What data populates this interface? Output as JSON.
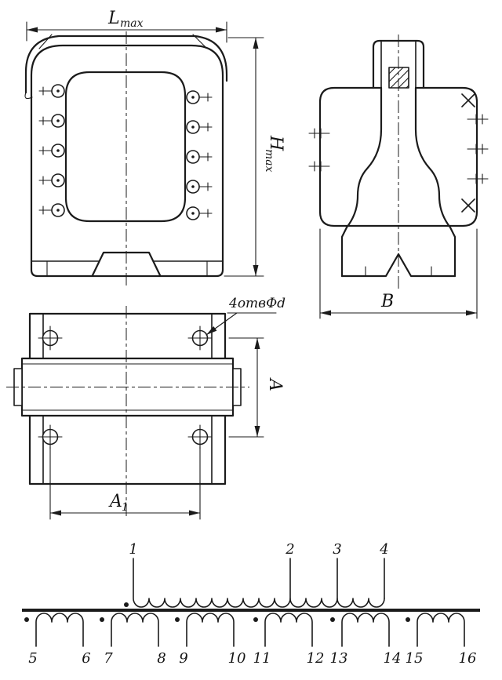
{
  "drawing": {
    "dims": {
      "l": {
        "base": "L",
        "sub": "max"
      },
      "h": {
        "base": "H",
        "sub": "max"
      },
      "a": {
        "base": "A"
      },
      "a1": {
        "base": "A",
        "sub": "1"
      },
      "b": {
        "base": "B"
      },
      "holes_note": "4отвФd"
    },
    "schematic": {
      "primary_taps": [
        "1",
        "2",
        "3",
        "4"
      ],
      "secondary_terminals": [
        "5",
        "6",
        "7",
        "8",
        "9",
        "10",
        "11",
        "12",
        "13",
        "14",
        "15",
        "16"
      ]
    },
    "colors": {
      "ink": "#1b1b1b",
      "paper": "#ffffff"
    }
  }
}
